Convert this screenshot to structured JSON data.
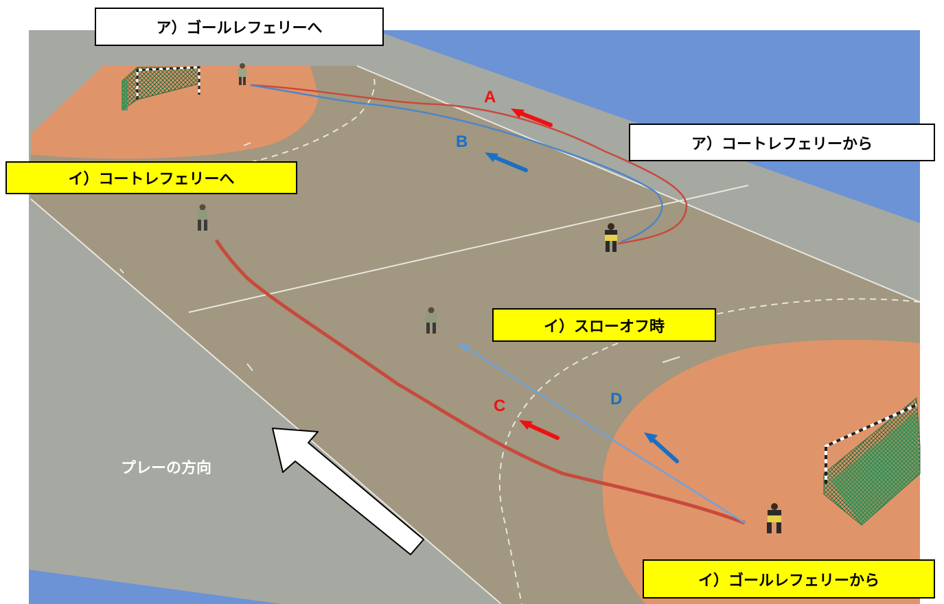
{
  "labels": {
    "goal_referee_to_a": "ア）ゴールレフェリーへ",
    "court_referee_from_a": "ア）コートレフェリーから",
    "court_referee_to_i": "イ）コートレフェリーへ",
    "throw_off_i": "イ）スローオフ時",
    "goal_referee_from_i": "イ）ゴールレフェリーから"
  },
  "paths": {
    "a": {
      "letter": "A",
      "color": "#ee1111"
    },
    "b": {
      "letter": "B",
      "color": "#1a6fc4"
    },
    "c": {
      "letter": "C",
      "color": "#ee1111"
    },
    "d": {
      "letter": "D",
      "color": "#1a6fc4"
    }
  },
  "direction_label": "プレーの方向",
  "colors": {
    "outer_blue": "#6b93d6",
    "floor_grey": "#a6a8a2",
    "court_tan": "#a29780",
    "goal_area_orange": "#e0946a",
    "goal_net_green": "#2f9a5c",
    "red_path": "#c84a3c",
    "blue_path": "#4b86c9"
  },
  "icons": [
    "goal-icon",
    "referee-icon",
    "direction-arrow-icon"
  ]
}
